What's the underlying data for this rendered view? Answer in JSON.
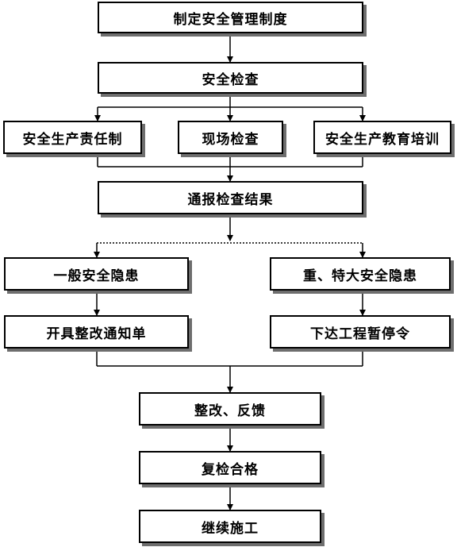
{
  "nodes": {
    "n1": "制定安全管理制度",
    "n2": "安全检查",
    "n3a": "安全生产责任制",
    "n3b": "现场检查",
    "n3c": "安全生产教育培训",
    "n4": "通报检查结果",
    "n5a": "一般安全隐患",
    "n5b": "重、特大安全隐患",
    "n6a": "开具整改通知单",
    "n6b": "下达工程暂停令",
    "n7": "整改、反馈",
    "n8": "复检合格",
    "n9": "继续施工"
  },
  "colors": {
    "line": "#000000",
    "shadow": "#6e6e6e",
    "box_fill": "#ffffff"
  }
}
